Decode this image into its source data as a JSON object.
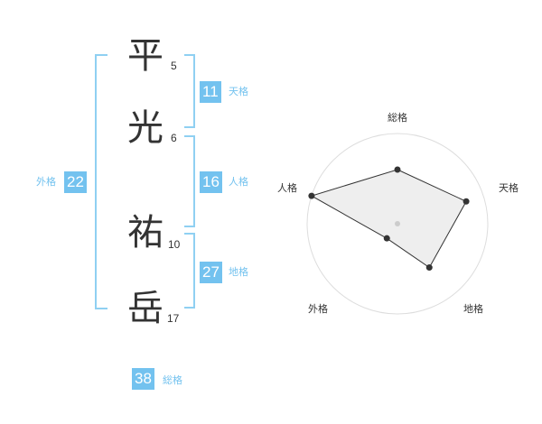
{
  "colors": {
    "accent": "#73c2ef",
    "bracket": "#8fd0f2",
    "text": "#333333"
  },
  "name": {
    "chars": [
      {
        "char": "平",
        "strokes": "5"
      },
      {
        "char": "光",
        "strokes": "6"
      },
      {
        "char": "祐",
        "strokes": "10"
      },
      {
        "char": "岳",
        "strokes": "17"
      }
    ]
  },
  "fortunes": {
    "tenkaku": {
      "value": "11",
      "label": "天格"
    },
    "jinkaku": {
      "value": "16",
      "label": "人格"
    },
    "chikaku": {
      "value": "27",
      "label": "地格"
    },
    "gaikaku": {
      "value": "22",
      "label": "外格"
    },
    "soukaku": {
      "value": "38",
      "label": "総格"
    }
  },
  "chart_data": {
    "type": "radar",
    "axes": [
      "総格",
      "天格",
      "地格",
      "外格",
      "人格"
    ],
    "values": [
      3,
      4,
      3,
      1,
      5
    ],
    "max": 5,
    "rings": 5
  }
}
